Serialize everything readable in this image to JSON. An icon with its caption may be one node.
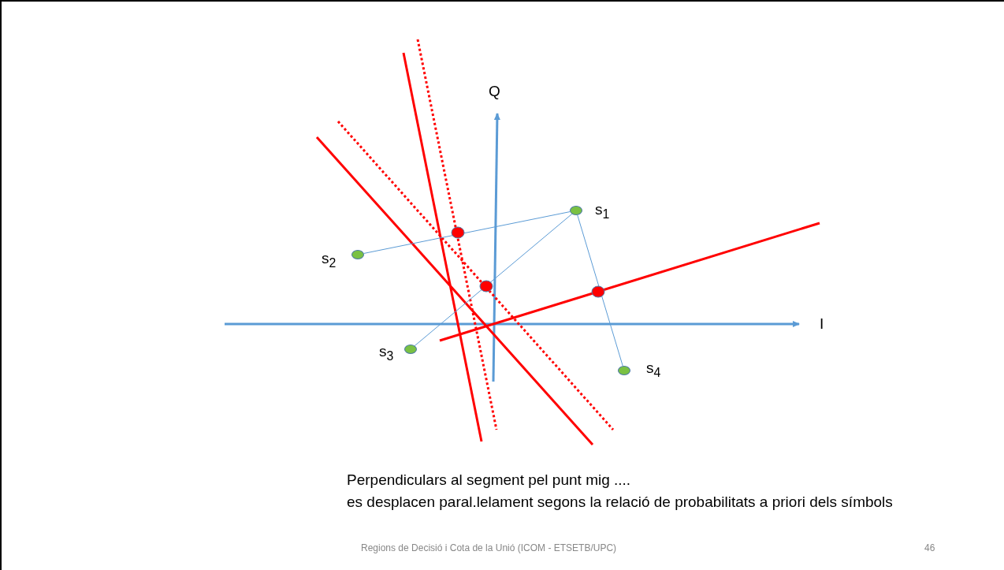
{
  "diagram": {
    "nodes": [
      {
        "text": [],
        "shape": "circle",
        "beside": [
          "s$_{1}$"
        ]
      },
      {
        "text": [],
        "shape": "circle",
        "beside": [
          "s$_{2}$"
        ]
      },
      {
        "text": [],
        "shape": "circle",
        "beside": [
          "s$_{3}$"
        ]
      },
      {
        "text": [],
        "shape": "circle",
        "beside": [
          "s$_{4}$"
        ]
      }
    ],
    "edges": [
      {
        "from": 1,
        "to": 0,
        "arrow": "none"
      },
      {
        "from": 2,
        "to": 0,
        "arrow": "none"
      },
      {
        "from": 0,
        "to": 3,
        "arrow": "none"
      }
    ],
    "labels": [
      "Q",
      "I",
      "Perpendiculars al segment pel punt mig ....",
      "es desplacen paral.lelament segons la relació de probabilitats a priori dels símbols",
      "Regions de Decisió i Cota de la Unió (ICOM - ETSETB/UPC)",
      "46"
    ]
  }
}
